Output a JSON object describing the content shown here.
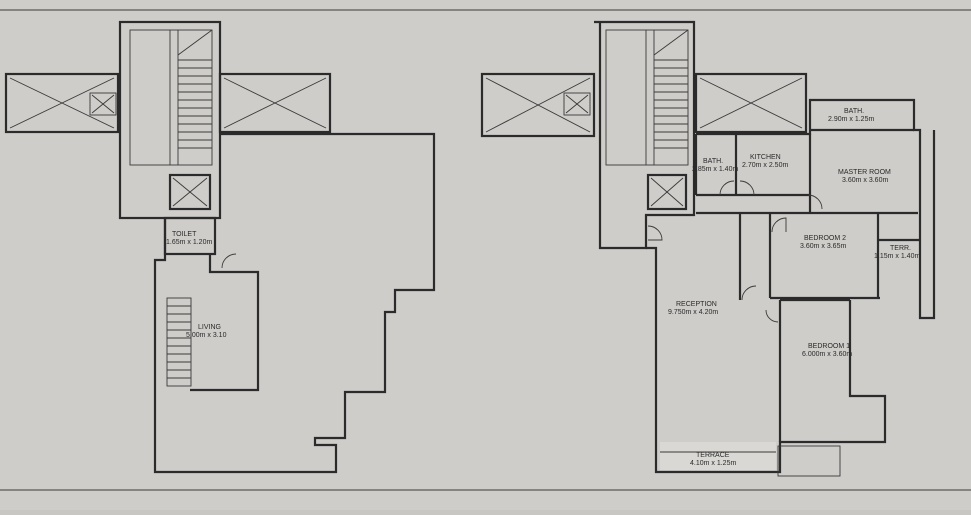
{
  "left_plan": {
    "toilet": {
      "name": "TOILET",
      "size": "1.65m x 1.20m"
    },
    "living": {
      "name": "LIVING",
      "size": "5.00m x 3.10"
    }
  },
  "right_plan": {
    "bath_top": {
      "name": "BATH.",
      "size": "2.90m x 1.25m"
    },
    "bath_small": {
      "name": "BATH.",
      "size": "2.85m x 1.40m"
    },
    "kitchen": {
      "name": "KITCHEN",
      "size": "2.70m x 2.50m"
    },
    "master_room": {
      "name": "MASTER ROOM",
      "size": "3.60m x 3.60m"
    },
    "bedroom_2": {
      "name": "BEDROOM 2",
      "size": "3.60m x 3.65m"
    },
    "terr": {
      "name": "TERR.",
      "size": "1.15m x 1.40m"
    },
    "reception": {
      "name": "RECEPTION",
      "size": "9.750m x 4.20m"
    },
    "bedroom_1": {
      "name": "BEDROOM 1",
      "size": "6.000m x 3.60m"
    },
    "terrace": {
      "name": "TERRACE",
      "size": "4.10m x 1.25m"
    }
  }
}
